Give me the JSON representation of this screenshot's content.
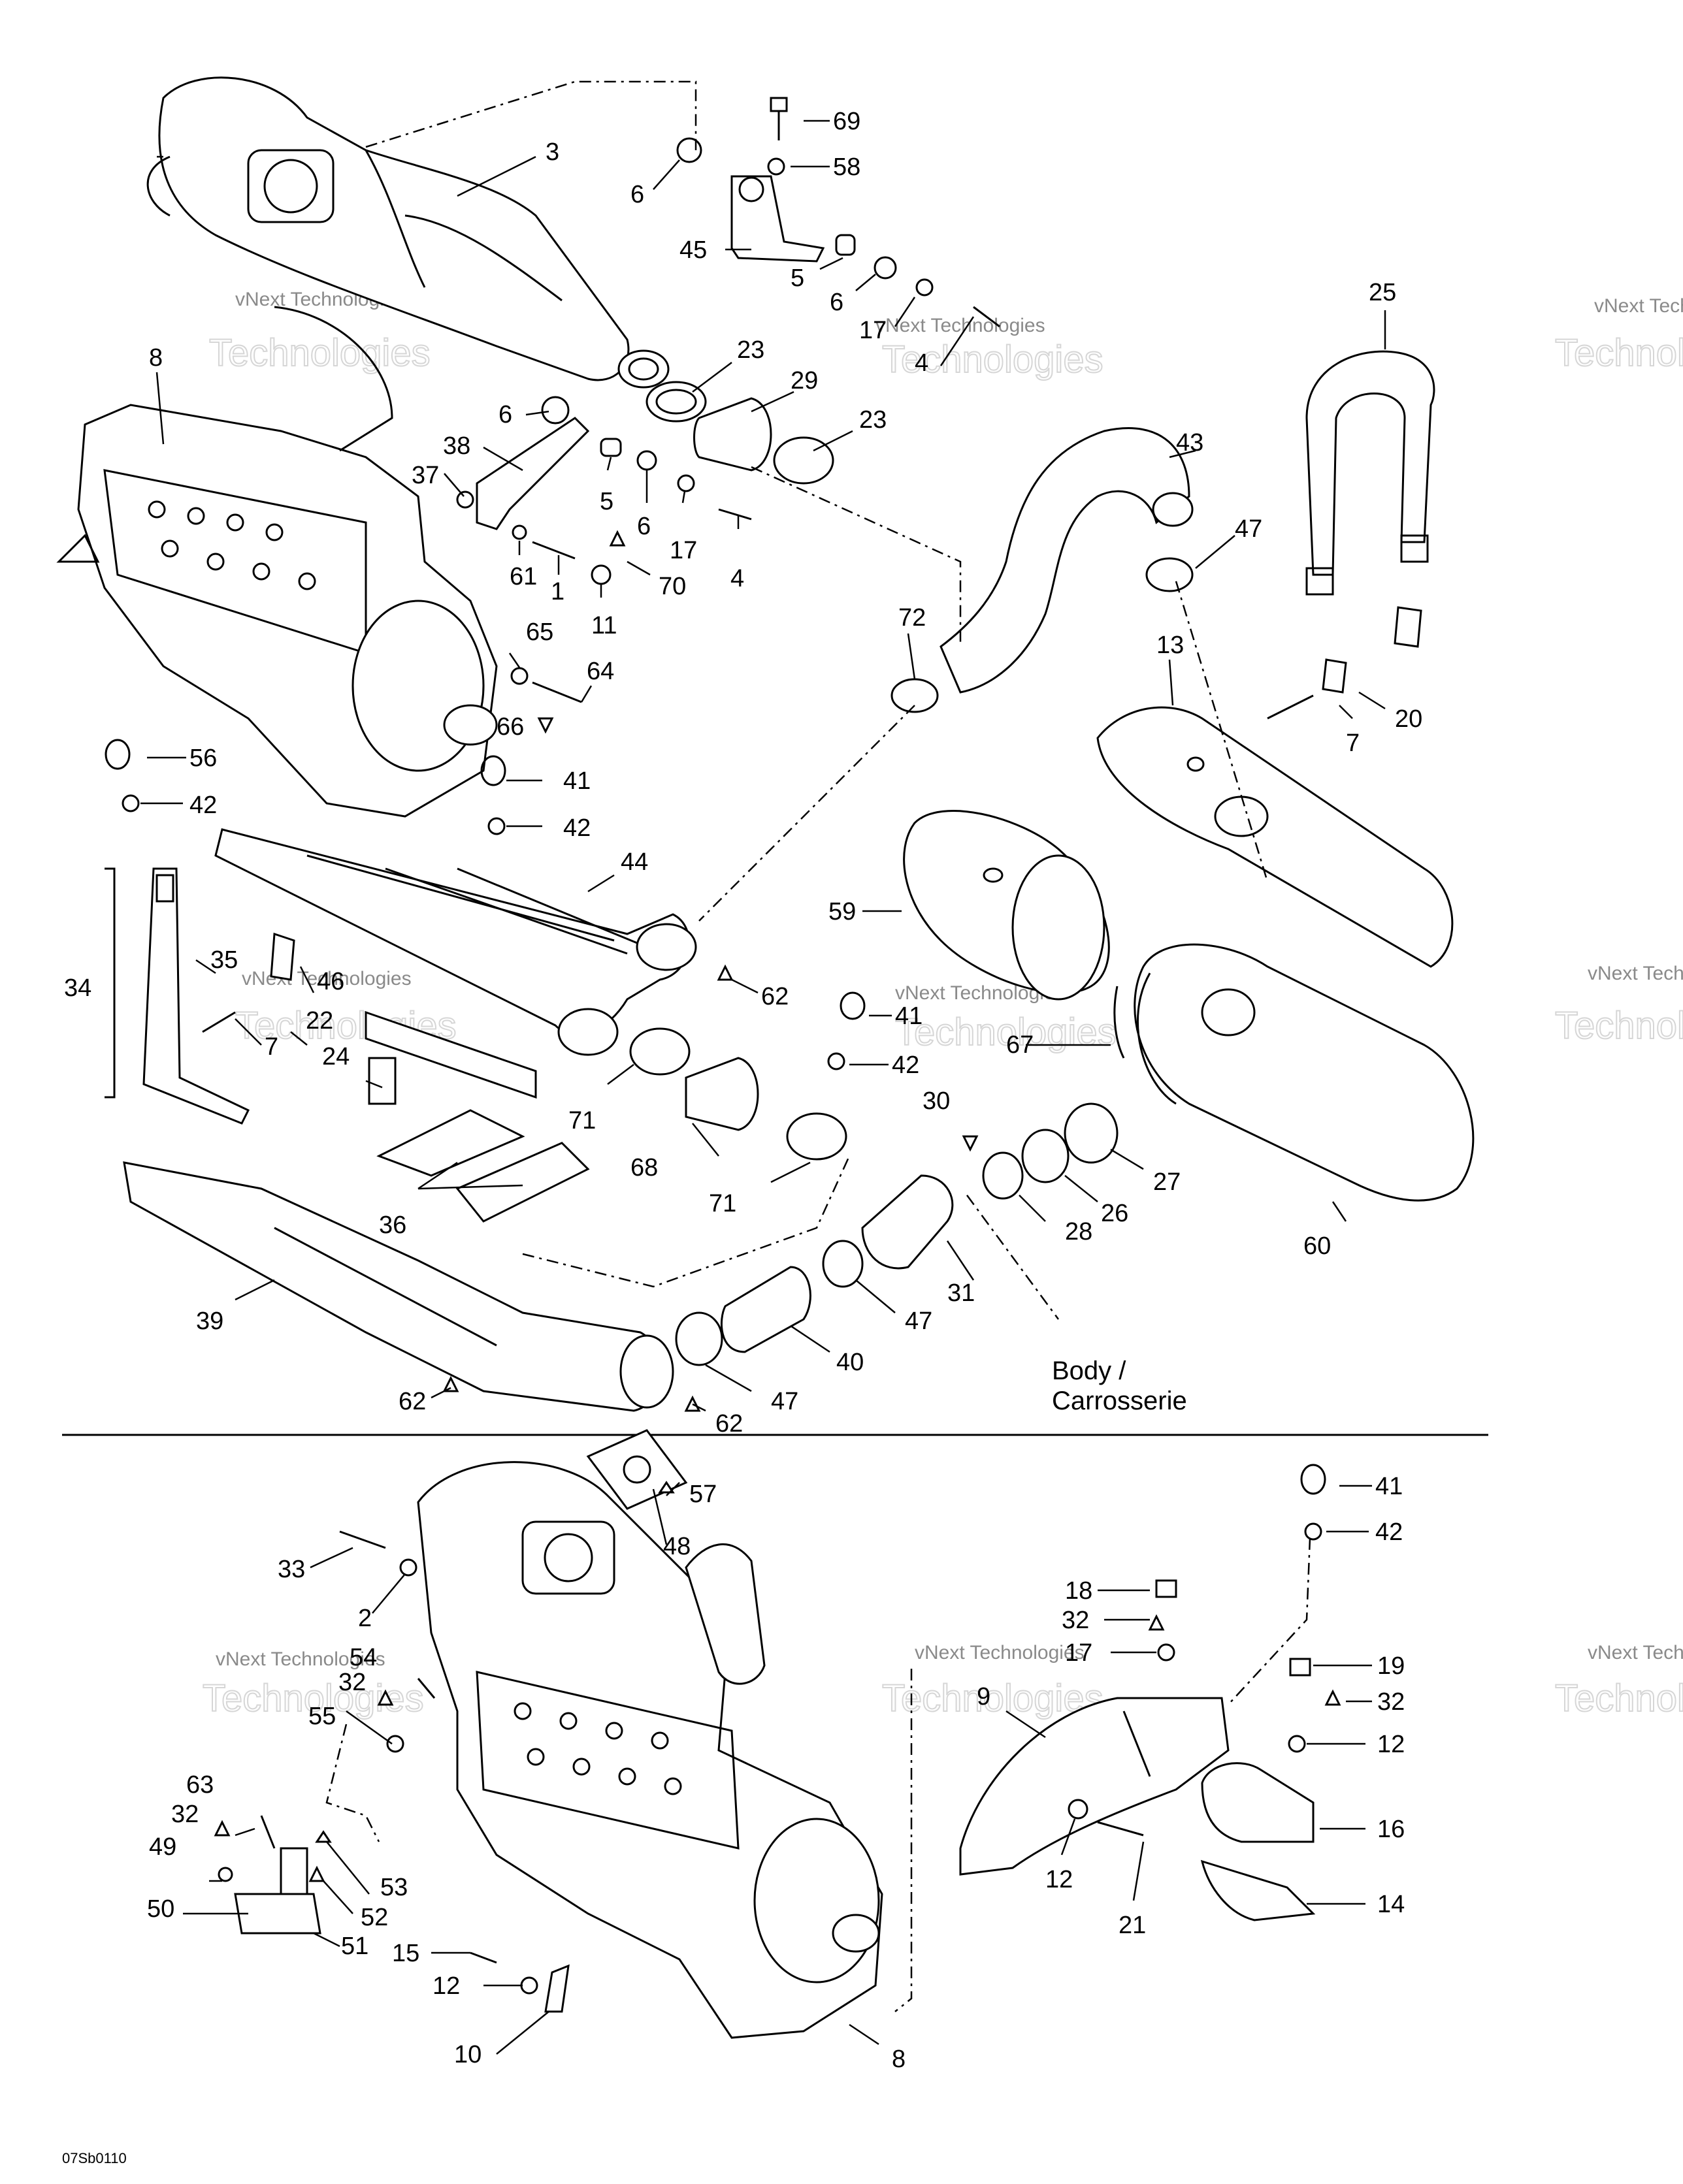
{
  "reference_code": "07Sb0110",
  "body_label_line1": "Body /",
  "body_label_line2": "Carrosserie",
  "watermark": {
    "line1": "vNext Technologies",
    "line2": "vNext",
    "line3": "Technologies"
  },
  "callouts": {
    "c1": "1",
    "c2": "2",
    "c3": "3",
    "c4a": "4",
    "c4b": "4",
    "c5a": "5",
    "c5b": "5",
    "c6a": "6",
    "c6b": "6",
    "c6c": "6",
    "c6d": "6",
    "c7a": "7",
    "c7b": "7",
    "c8a": "8",
    "c8b": "8",
    "c9": "9",
    "c10": "10",
    "c11": "11",
    "c12a": "12",
    "c12b": "12",
    "c12c": "12",
    "c13": "13",
    "c14": "14",
    "c15": "15",
    "c16": "16",
    "c17a": "17",
    "c17b": "17",
    "c17c": "17",
    "c18": "18",
    "c19": "19",
    "c20": "20",
    "c21": "21",
    "c22": "22",
    "c23a": "23",
    "c23b": "23",
    "c24": "24",
    "c25": "25",
    "c26": "26",
    "c27": "27",
    "c28": "28",
    "c29": "29",
    "c30": "30",
    "c31": "31",
    "c32a": "32",
    "c32b": "32",
    "c32c": "32",
    "c32d": "32",
    "c33": "33",
    "c34": "34",
    "c35": "35",
    "c36": "36",
    "c37": "37",
    "c38": "38",
    "c39": "39",
    "c40": "40",
    "c41a": "41",
    "c41b": "41",
    "c41c": "41",
    "c42a": "42",
    "c42b": "42",
    "c42c": "42",
    "c42d": "42",
    "c43": "43",
    "c44": "44",
    "c45": "45",
    "c46": "46",
    "c47a": "47",
    "c47b": "47",
    "c47c": "47",
    "c48": "48",
    "c49": "49",
    "c50": "50",
    "c51": "51",
    "c52": "52",
    "c53": "53",
    "c54": "54",
    "c55": "55",
    "c56": "56",
    "c57": "57",
    "c58": "58",
    "c59": "59",
    "c60": "60",
    "c61": "61",
    "c62a": "62",
    "c62b": "62",
    "c62c": "62",
    "c63": "63",
    "c64": "64",
    "c65": "65",
    "c66": "66",
    "c67": "67",
    "c68": "68",
    "c69": "69",
    "c70": "70",
    "c71a": "71",
    "c71b": "71",
    "c72": "72"
  }
}
